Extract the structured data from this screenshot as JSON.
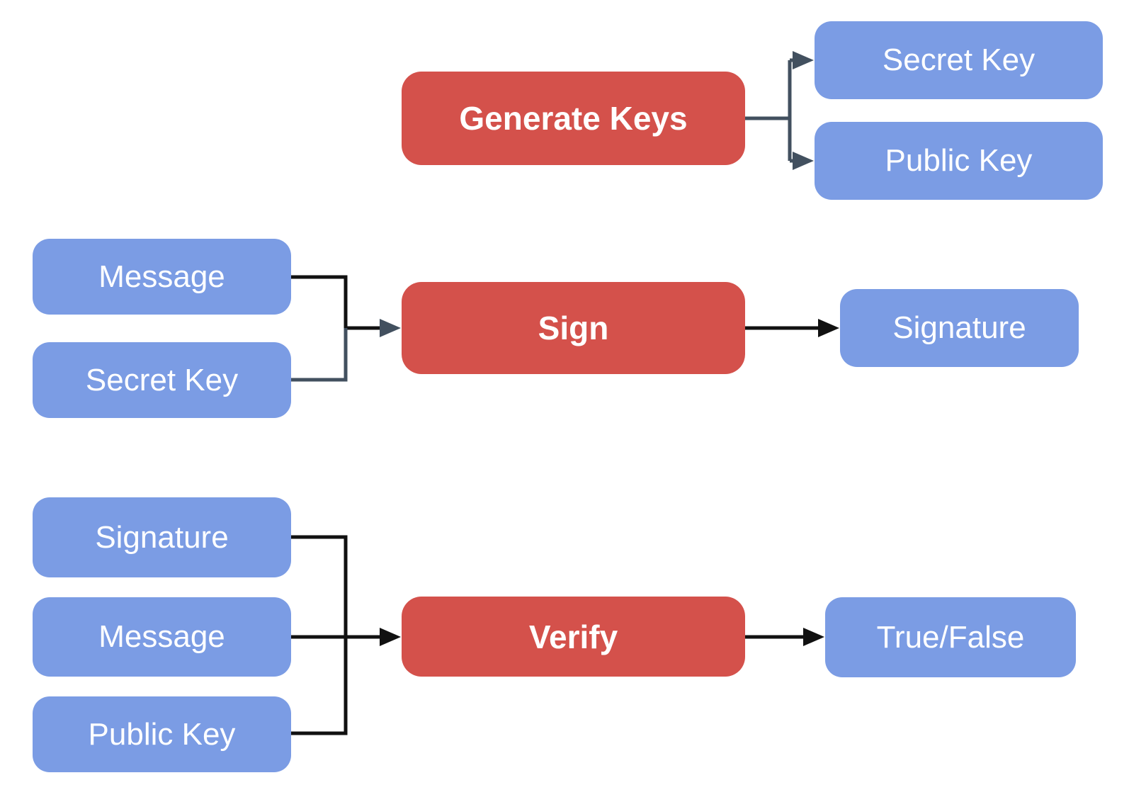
{
  "diagram": {
    "description": "Digital signature scheme flow diagram",
    "colors": {
      "process_fill": "#D4514B",
      "data_fill": "#7B9CE4",
      "label_text": "#FFFFFF",
      "connector_black": "#111111",
      "connector_slate": "#42505F",
      "background": "#FFFFFF"
    },
    "nodes": {
      "generate_keys": {
        "label": "Generate Keys",
        "type": "process"
      },
      "secret_key_out": {
        "label": "Secret Key",
        "type": "data"
      },
      "public_key_out": {
        "label": "Public Key",
        "type": "data"
      },
      "message_sign": {
        "label": "Message",
        "type": "data"
      },
      "secret_key_in": {
        "label": "Secret Key",
        "type": "data"
      },
      "sign": {
        "label": "Sign",
        "type": "process"
      },
      "signature_out": {
        "label": "Signature",
        "type": "data"
      },
      "signature_in": {
        "label": "Signature",
        "type": "data"
      },
      "message_verify": {
        "label": "Message",
        "type": "data"
      },
      "public_key_in": {
        "label": "Public Key",
        "type": "data"
      },
      "verify": {
        "label": "Verify",
        "type": "process"
      },
      "true_false": {
        "label": "True/False",
        "type": "data"
      }
    },
    "edges": [
      {
        "from": "Generate Keys",
        "to": "Secret Key"
      },
      {
        "from": "Generate Keys",
        "to": "Public Key"
      },
      {
        "from": "Message",
        "to": "Sign"
      },
      {
        "from": "Secret Key",
        "to": "Sign"
      },
      {
        "from": "Sign",
        "to": "Signature"
      },
      {
        "from": "Signature",
        "to": "Verify"
      },
      {
        "from": "Message",
        "to": "Verify"
      },
      {
        "from": "Public Key",
        "to": "Verify"
      },
      {
        "from": "Verify",
        "to": "True/False"
      }
    ]
  }
}
